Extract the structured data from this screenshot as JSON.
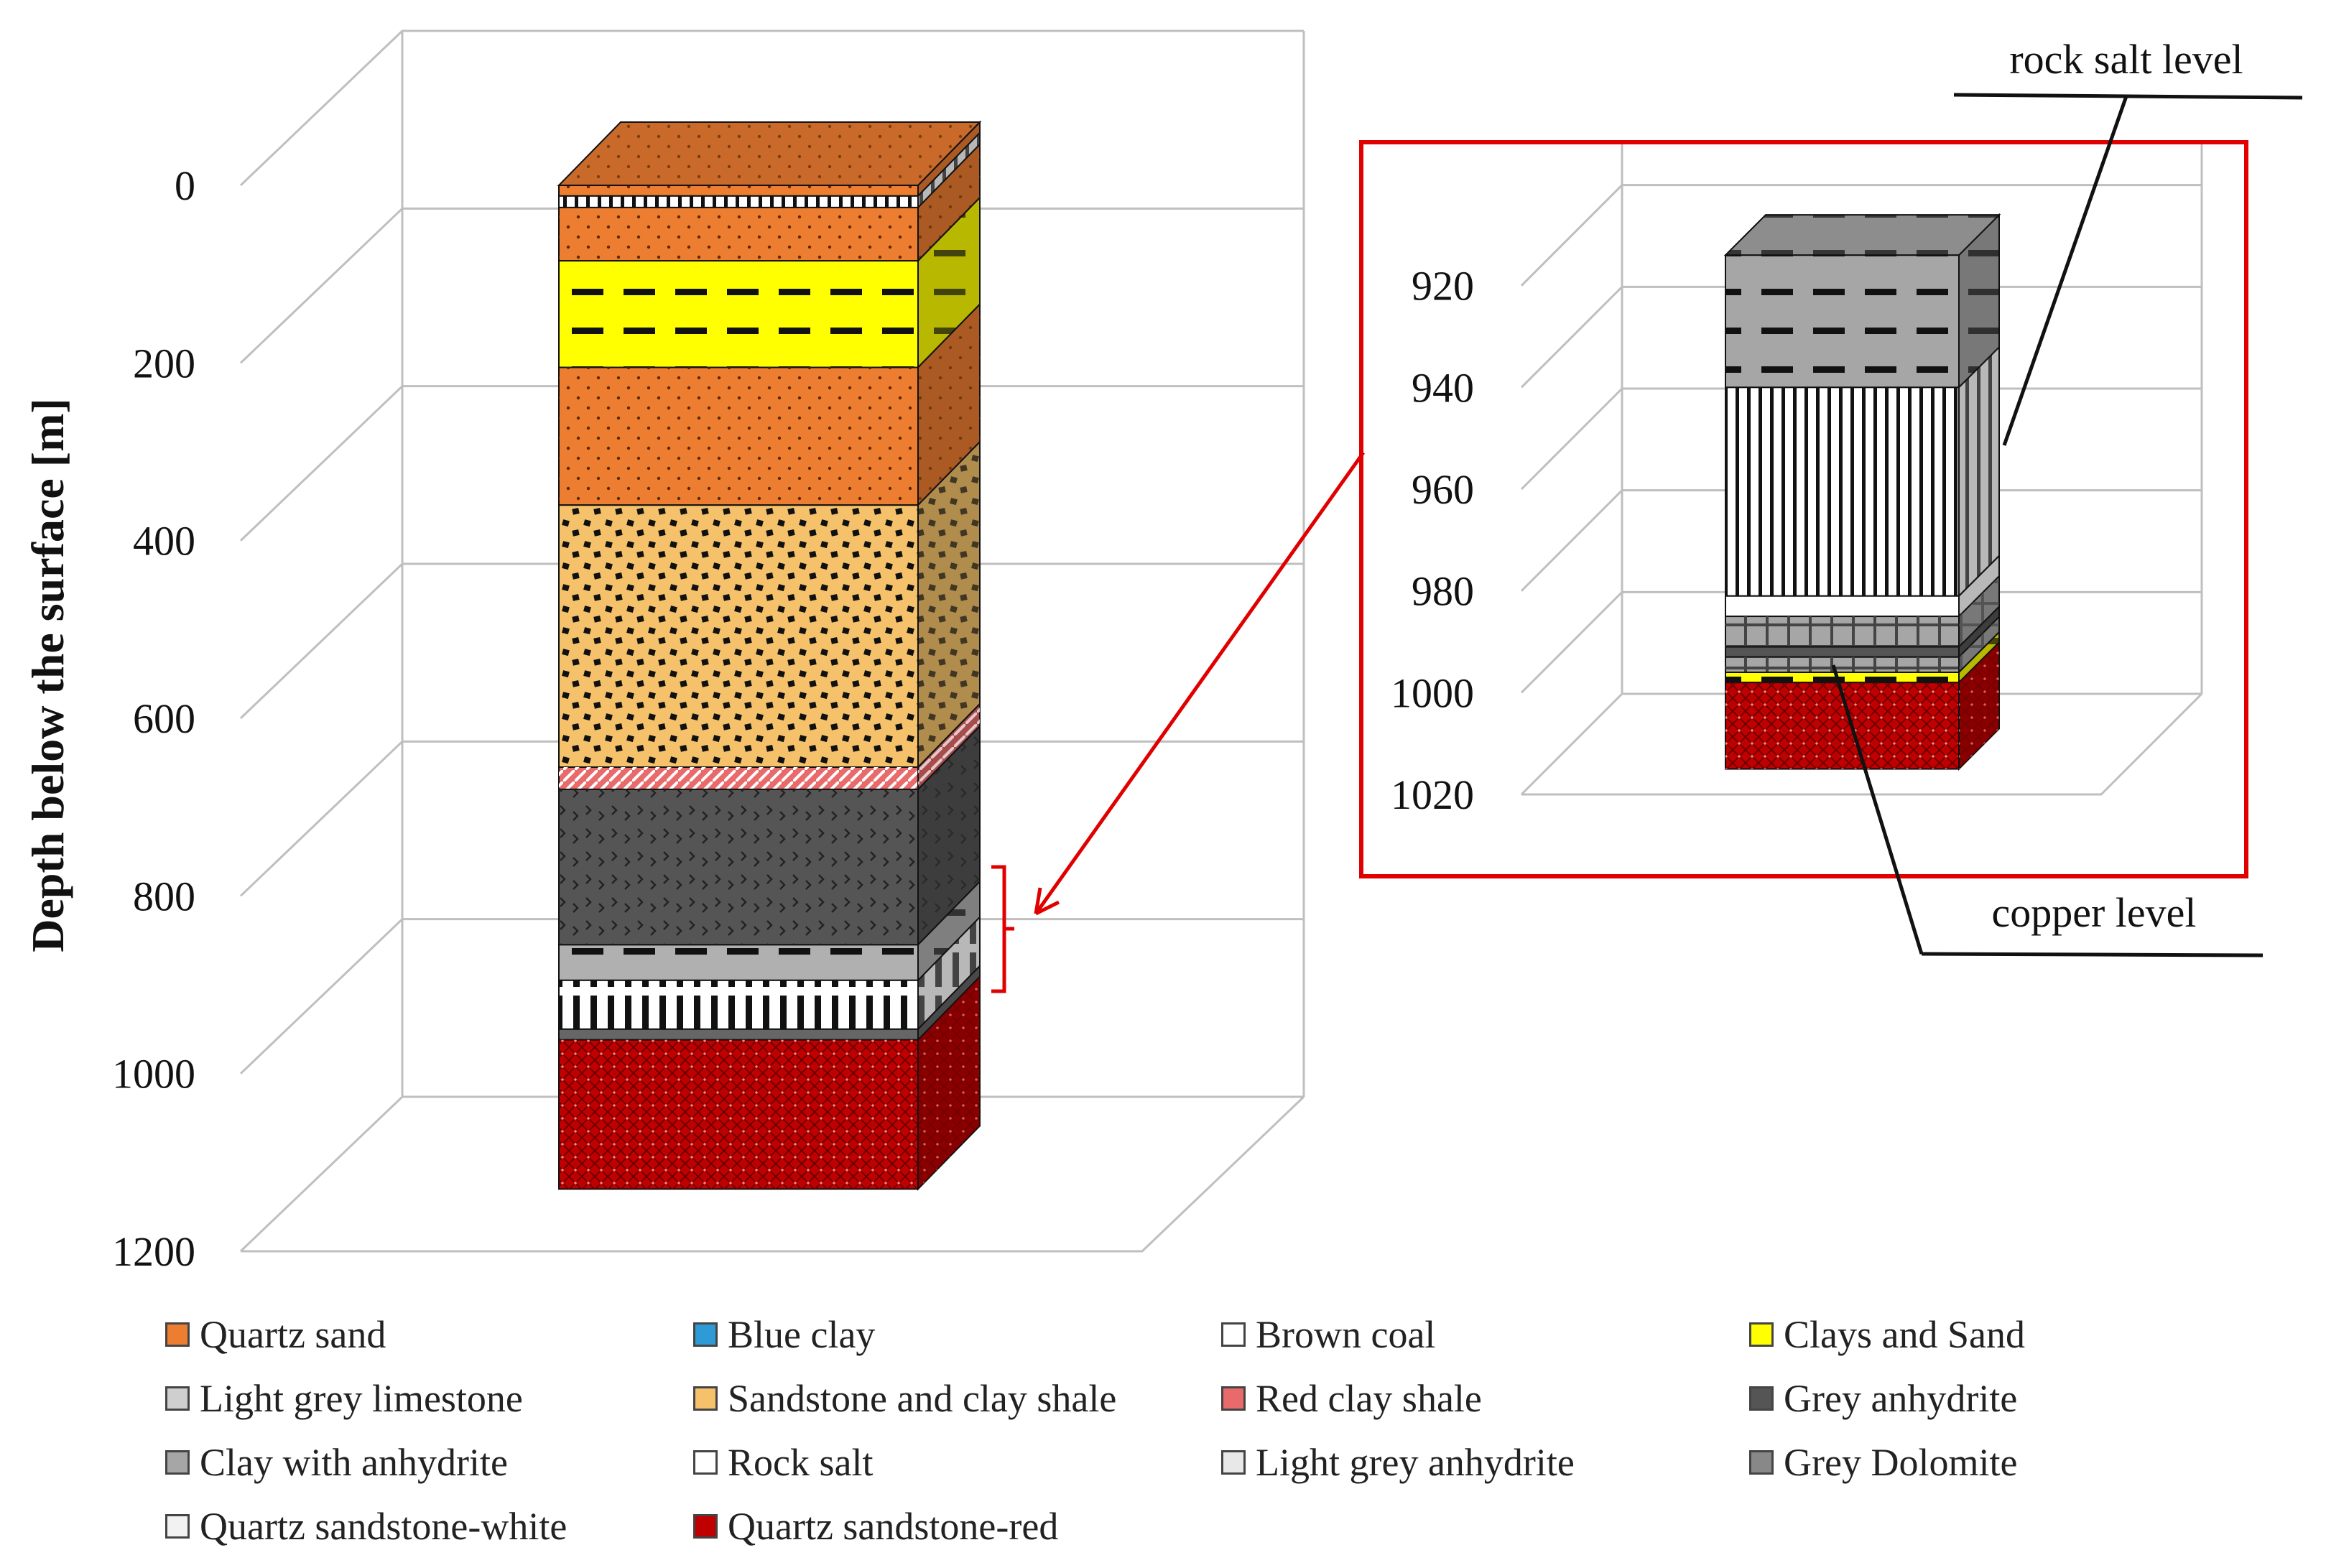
{
  "chart_data": [
    {
      "type": "stacked-column-3d",
      "ylabel": "Depth below the surface [m]",
      "yticks": [
        "0",
        "200",
        "400",
        "600",
        "800",
        "1000",
        "1200"
      ],
      "ylim": [
        0,
        1200
      ],
      "grid": true,
      "layers": [
        {
          "name": "Quartz sand",
          "top": 0,
          "bottom": 12,
          "color": "#ED7D31",
          "pattern": "dots"
        },
        {
          "name": "Brown coal",
          "top": 12,
          "bottom": 25,
          "color": "#ffffff",
          "pattern": "vlines"
        },
        {
          "name": "Quartz sand",
          "top": 25,
          "bottom": 85,
          "color": "#ED7D31",
          "pattern": "dots"
        },
        {
          "name": "Clays and Sand",
          "top": 85,
          "bottom": 205,
          "color": "#FFFF00",
          "pattern": "dashes"
        },
        {
          "name": "Quartz sand",
          "top": 205,
          "bottom": 360,
          "color": "#ED7D31",
          "pattern": "dots"
        },
        {
          "name": "Sandstone and clay shale",
          "top": 360,
          "bottom": 655,
          "color": "#F5C26B",
          "pattern": "squares"
        },
        {
          "name": "Red clay shale",
          "top": 655,
          "bottom": 680,
          "color": "#E86A6A",
          "pattern": "diag"
        },
        {
          "name": "Grey anhydrite",
          "top": 680,
          "bottom": 855,
          "color": "#555555",
          "pattern": "chevrons"
        },
        {
          "name": "Clay with anhydrite",
          "top": 855,
          "bottom": 895,
          "color": "#B0B0B0",
          "pattern": "dashes"
        },
        {
          "name": "Rock salt",
          "top": 895,
          "bottom": 950,
          "color": "#ffffff",
          "pattern": "vbars"
        },
        {
          "name": "Grey Dolomite",
          "top": 950,
          "bottom": 962,
          "color": "#666666",
          "pattern": "none"
        },
        {
          "name": "Quartz sandstone-red",
          "top": 962,
          "bottom": 1130,
          "color": "#C00000",
          "pattern": "cross"
        }
      ]
    },
    {
      "type": "stacked-column-3d",
      "yticks": [
        "920",
        "940",
        "960",
        "980",
        "1000",
        "1020"
      ],
      "ylim": [
        912,
        1020
      ],
      "grid": true,
      "layers": [
        {
          "name": "Light grey anhydrite",
          "top": 914,
          "bottom": 940,
          "color": "#A6A6A6",
          "pattern": "dashes"
        },
        {
          "name": "Rock salt",
          "top": 940,
          "bottom": 981,
          "color": "#ffffff",
          "pattern": "vlines"
        },
        {
          "name": "Quartz sandstone-white",
          "top": 981,
          "bottom": 985,
          "color": "#ffffff",
          "pattern": "none"
        },
        {
          "name": "Light grey limestone",
          "top": 985,
          "bottom": 991,
          "color": "#A6A6A6",
          "pattern": "grid"
        },
        {
          "name": "Grey Dolomite",
          "top": 991,
          "bottom": 993,
          "color": "#555555",
          "pattern": "none"
        },
        {
          "name": "Light grey limestone",
          "top": 993,
          "bottom": 996,
          "color": "#A6A6A6",
          "pattern": "grid"
        },
        {
          "name": "Clays and Sand",
          "top": 996,
          "bottom": 998,
          "color": "#FFFF00",
          "pattern": "dashes"
        },
        {
          "name": "Quartz sandstone-red",
          "top": 998,
          "bottom": 1015,
          "color": "#C00000",
          "pattern": "cross"
        }
      ],
      "annotations": [
        "rock salt level",
        "copper level"
      ]
    }
  ],
  "legend": [
    {
      "label": "Quartz sand",
      "color": "#ED7D31"
    },
    {
      "label": "Blue clay",
      "color": "#2E9BD6"
    },
    {
      "label": "Brown coal",
      "color": "#ffffff"
    },
    {
      "label": "Clays and Sand",
      "color": "#FFFF00"
    },
    {
      "label": "Light grey limestone",
      "color": "#cfcfcf"
    },
    {
      "label": "Sandstone and clay shale",
      "color": "#F5C26B"
    },
    {
      "label": "Red clay shale",
      "color": "#E86A6A"
    },
    {
      "label": "Grey anhydrite",
      "color": "#555555"
    },
    {
      "label": "Clay with anhydrite",
      "color": "#A6A6A6"
    },
    {
      "label": "Rock salt",
      "color": "#ffffff"
    },
    {
      "label": "Light grey anhydrite",
      "color": "#e8e8e8"
    },
    {
      "label": "Grey Dolomite",
      "color": "#888888"
    },
    {
      "label": "Quartz sandstone-white",
      "color": "#f2f2f2"
    },
    {
      "label": "Quartz sandstone-red",
      "color": "#C00000"
    }
  ],
  "colors": {
    "highlight_box": "#E00000",
    "grid": "#BFBFBF"
  }
}
